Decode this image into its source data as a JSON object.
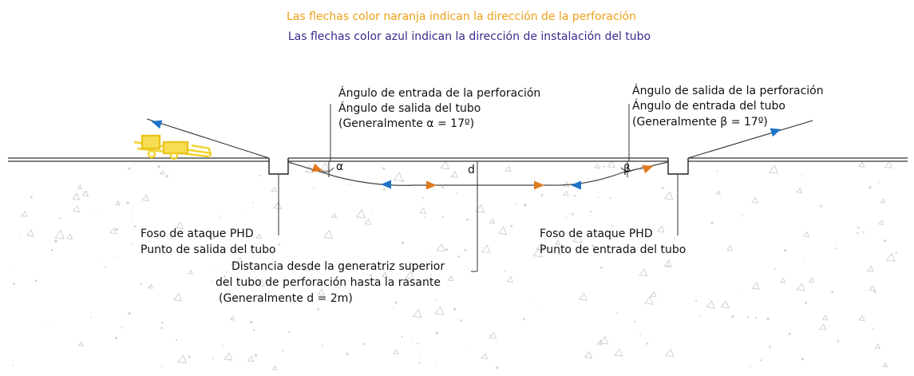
{
  "legend": {
    "orange_line": "Las flechas color naranja  indican la dirección de la perforación",
    "blue_line": "Las flechas color azul indican la dirección de instalación del tubo"
  },
  "angles": {
    "entry_line1": "Ángulo de entrada de la perforación",
    "entry_line2": "Ángulo de salida del tubo",
    "entry_line3": "(Generalmente α = 17º)",
    "exit_line1": "Ángulo de salida de la perforación",
    "exit_line2": "Ángulo de entrada del tubo",
    "exit_line3": "(Generalmente β = 17º)"
  },
  "pits": {
    "left_line1": "Foso de ataque PHD",
    "left_line2": "Punto de salida del tubo",
    "right_line1": "Foso de ataque PHD",
    "right_line2": "Punto de entrada del tubo"
  },
  "depth": {
    "line1": "Distancia desde la generatriz superior",
    "line2": "del tubo de perforación hasta la rasante",
    "line3": "(Generalmente d = 2m)"
  },
  "symbols": {
    "alpha": "α",
    "beta": "β",
    "d": "d"
  },
  "colors": {
    "orange": "#e07a1f",
    "blue": "#1e73c8",
    "legend_orange": "#f0a018",
    "legend_blue": "#3a2a8c",
    "drill_machine": "#f2cf1e"
  }
}
